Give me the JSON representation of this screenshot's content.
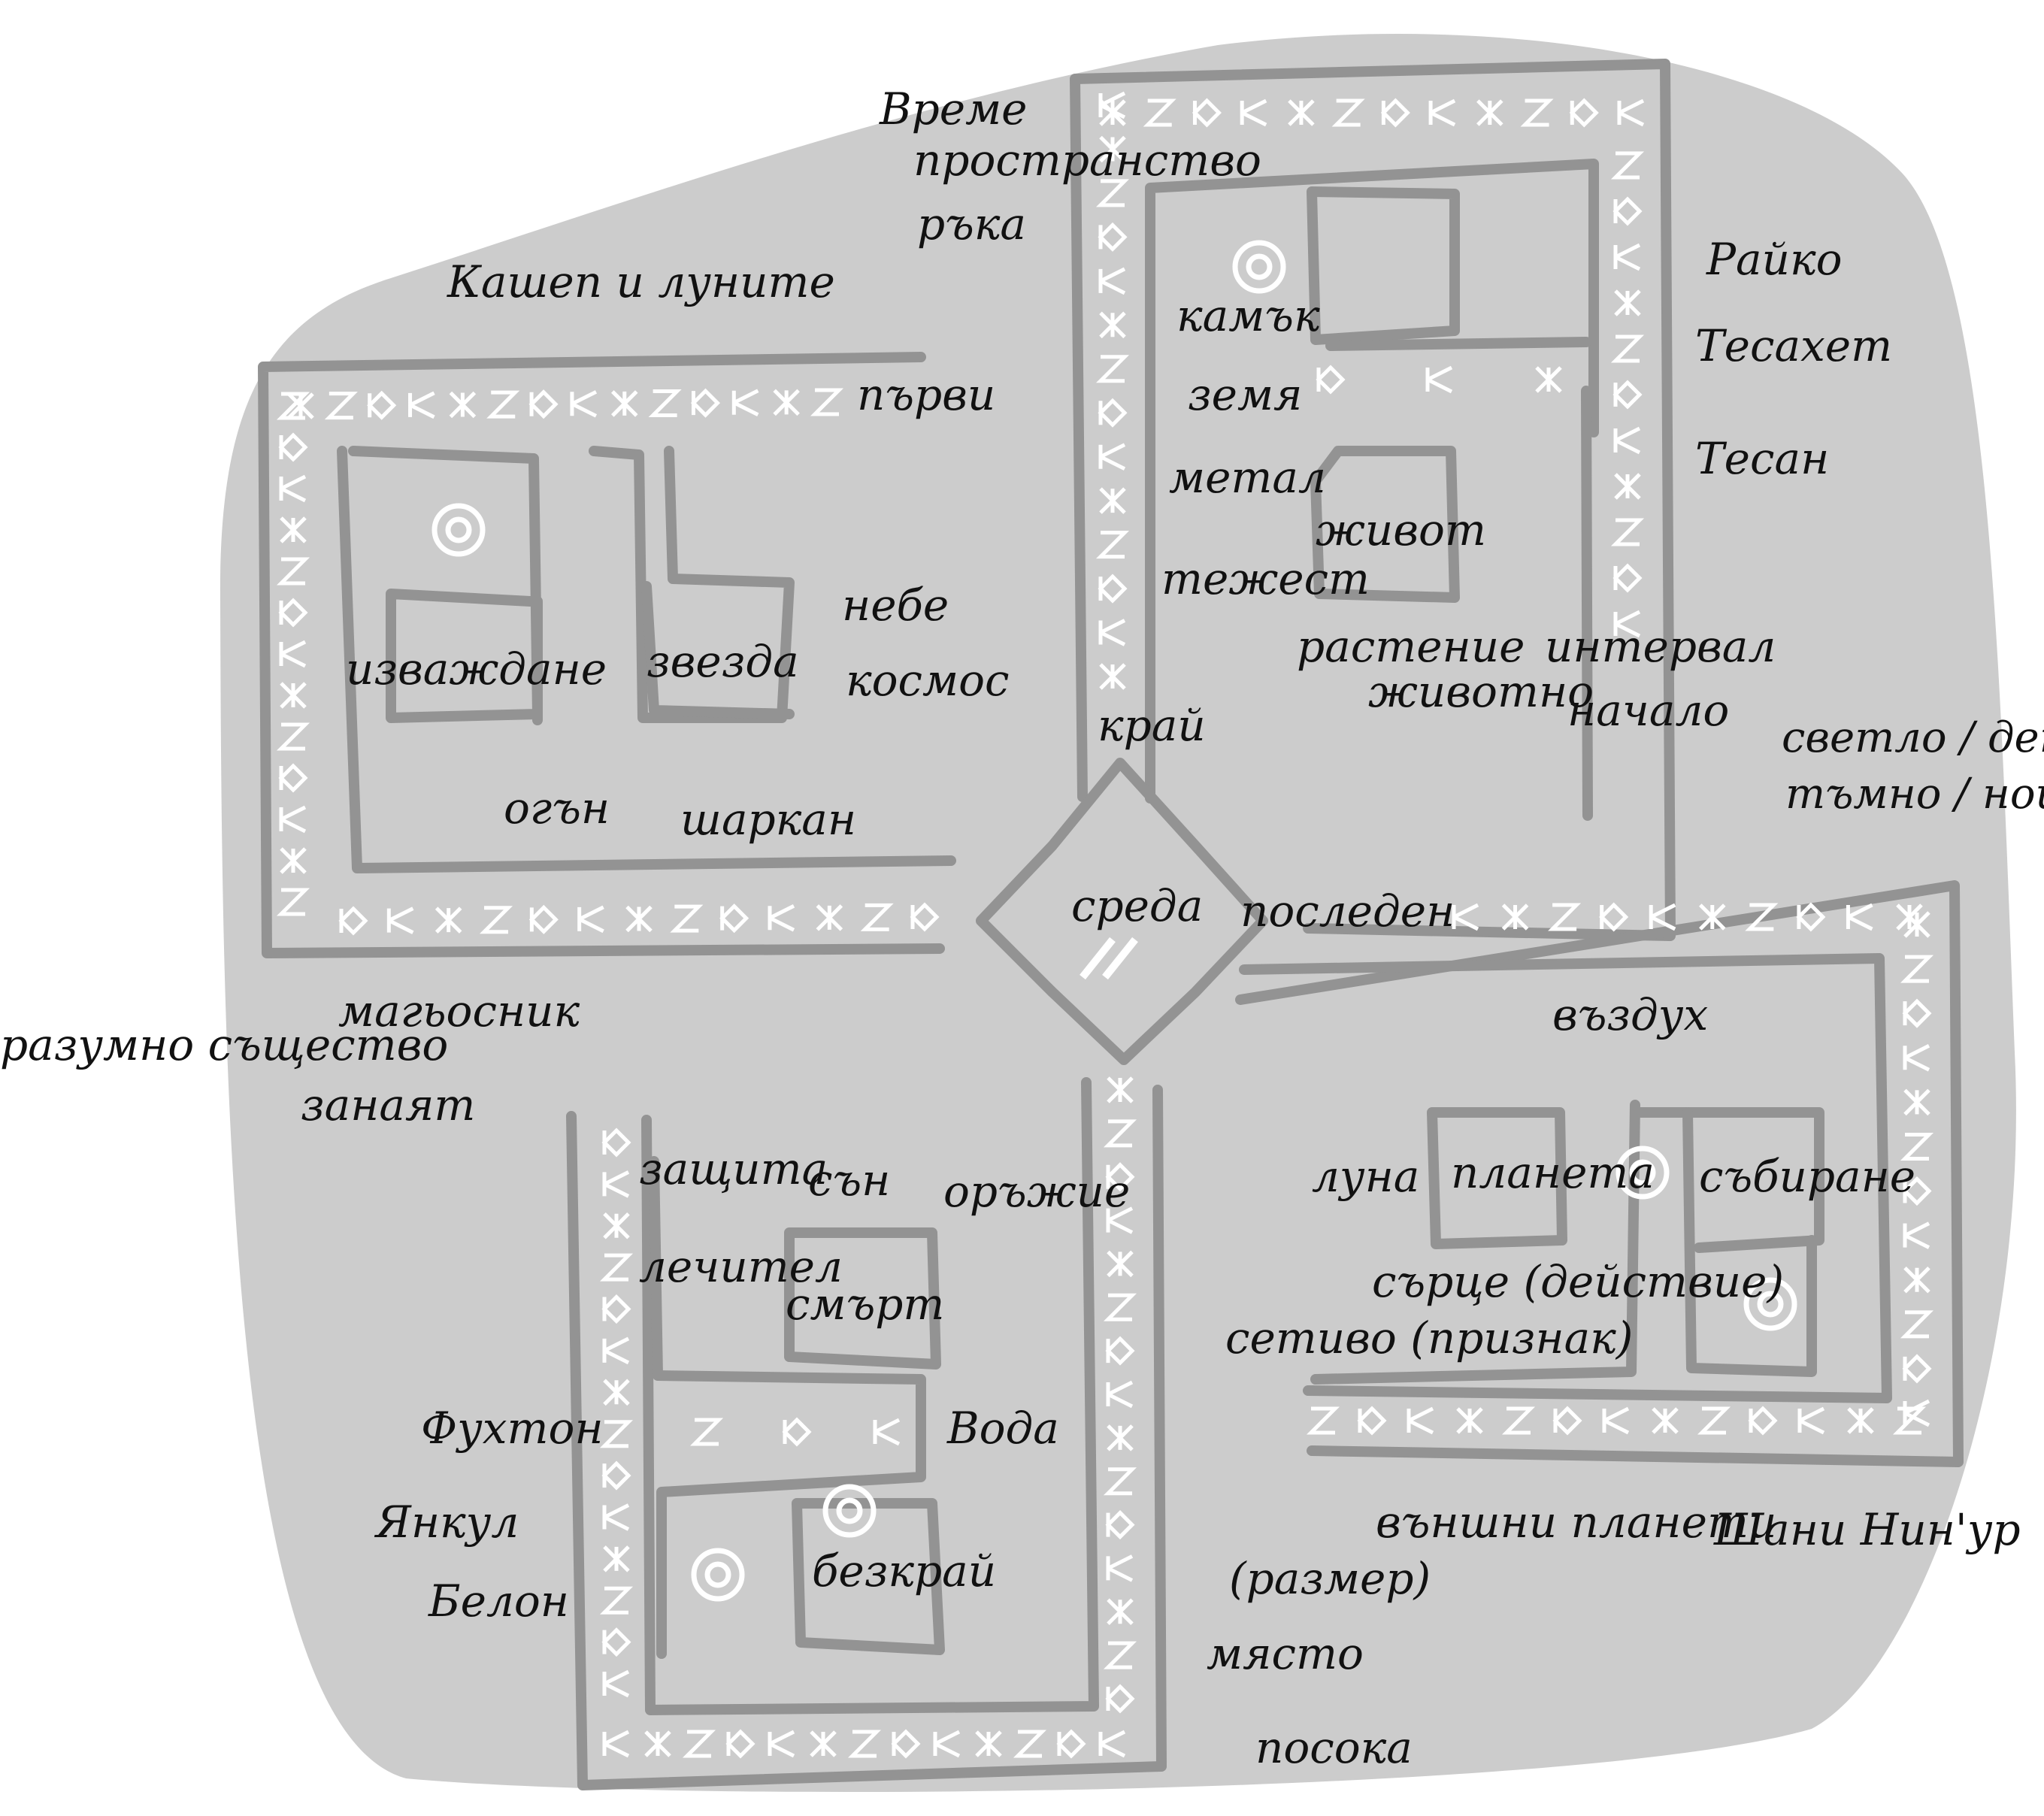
{
  "labels": {
    "vreme": "Време",
    "prostranstvo": "пространство",
    "raka": "ръка",
    "kashep": "Кашеп и луните",
    "parvi": "първи",
    "izvazhdane": "изваждане",
    "zvezda": "звезда",
    "nebe": "небе",
    "kosmos": "космос",
    "ogan": "огън",
    "sharkan": "шаркан",
    "kamak": "камък",
    "zemya": "земя",
    "metal": "метал",
    "zhivot": "живот",
    "tezhest": "тежест",
    "rastenie": "растение",
    "zhivotno": "животно",
    "interval": "интервал",
    "nachalo": "начало",
    "kray": "край",
    "rayko": "Райко",
    "tesahet": "Тесахет",
    "tesan": "Тесан",
    "svetlo": "светло / ден",
    "tamno": "тъмно / нощ",
    "sreda": "среда",
    "posleden": "последен",
    "magyosnik": "магьосник",
    "razumno": "разумно същество",
    "zanayat": "занаят",
    "vazduh": "въздух",
    "luna": "луна",
    "planeta": "планета",
    "sabirane": "събиране",
    "sartse": "сърце (действие)",
    "setivo": "сетиво (признак)",
    "zashtita": "защита",
    "san": "сън",
    "orazhie": "оръжие",
    "lechitel": "лечител",
    "smart": "смърт",
    "fuhton": "Фухтон",
    "voda": "Вода",
    "yankul": "Янкул",
    "belon": "Белон",
    "bezkray": "безкрай",
    "vanshni": "външни планети",
    "shani": "Шани Нин'ур",
    "razmer": "(размер)",
    "myasto": "място",
    "posoka": "посока"
  },
  "colors": {
    "background": "#ffffff",
    "shape_fill": "#cccccc",
    "wall": "#939393",
    "glyph": "#ffffff",
    "text": "#111111"
  }
}
